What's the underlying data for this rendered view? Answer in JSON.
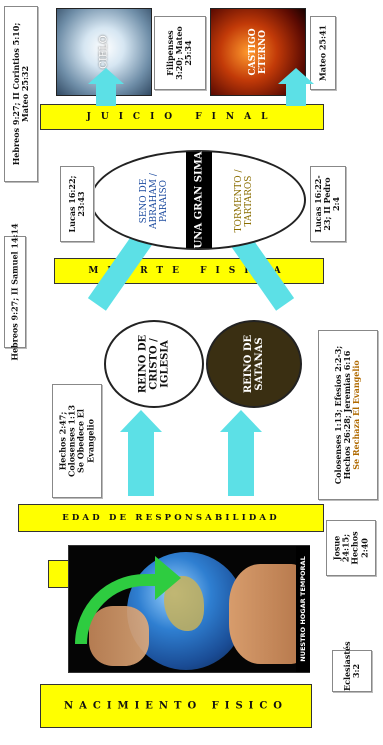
{
  "banners": {
    "nacimiento": "NACIMIENTO FISICO",
    "edad": "EDAD DE RESPONSABILIDAD",
    "muerte": "MUERTE FISICA",
    "juicio": "JUICIO FINAL"
  },
  "references": {
    "eclesiastes": "Eclesiastés 3:2",
    "josue": "Josue 24:15; Hechos 2:40",
    "hechos_colosenses": "Hechos 2:47; Colosenses 1:13",
    "obedece": "Se Obedece El Evangelio",
    "colosenses_efesios": "Colosenses 1:13; Efesios 2:2-3; Hechos 26:28; Jeremias 6:16",
    "rechaza": "Se Rechaza El Evangelio",
    "hebreos_samuel": "Hebreos 9:27; II Samuel 14:14",
    "lucas_1": "Lucas 16:22; 23:43",
    "lucas_2": "Lucas 16:22-23; II Pedro 2:4",
    "hebreos_corintios": "Hebreos 9:27; II Corintios 5:10; Mateo 25:32",
    "filipenses": "Filipenses 3:20; Mateo 25:34",
    "mateo": "Mateo 25:41"
  },
  "globe_caption": "NUESTRO HOGAR TEMPORAL",
  "ovals": {
    "reino_cristo": "REINO DE CRISTO / IGLESIA",
    "reino_satanas": "REINO DE SATANAS",
    "seno": "SENO DE ABRAHAM / PARAISO",
    "sima": "UNA GRAN SIMA",
    "tormento": "TORMENTO / TARTAROS"
  },
  "panels": {
    "cielo": "CIELO",
    "castigo": "CASTIGO ETERNO"
  },
  "colors": {
    "banner": "#ffff00",
    "arrow": "#5ce0e6",
    "green_arrow": "#2ecc40",
    "satanas_fill": "#3a2f12",
    "tormento_text": "#8a6d00"
  }
}
